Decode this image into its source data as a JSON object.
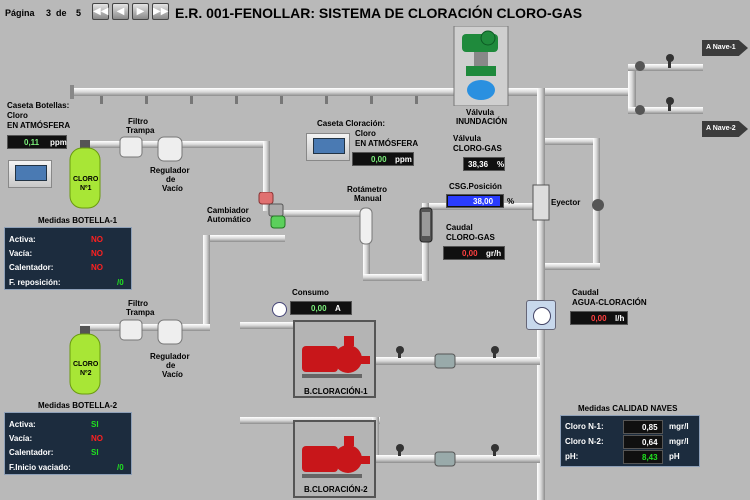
{
  "header": {
    "page_label": "Página",
    "page_current": "3",
    "page_of": "de",
    "page_total": "5",
    "title": "E.R. 001-FENOLLAR: SISTEMA DE CLORACIÓN CLORO-GAS",
    "nav_buttons": [
      "first",
      "prev",
      "next",
      "last"
    ]
  },
  "outlets": {
    "nave1": "A Nave-1",
    "nave2": "A Nave-2"
  },
  "valve_inundacion": {
    "label_1": "Válvula",
    "label_2": "INUNDACIÓN"
  },
  "caseta_botellas": {
    "label_1": "Caseta Botellas:",
    "label_2": "Cloro",
    "label_3": "EN ATMÓSFERA",
    "value": "0,11",
    "unit": "ppm"
  },
  "caseta_cloracion": {
    "label_1": "Caseta Cloración:",
    "label_2": "Cloro",
    "label_3": "EN ATMÓSFERA",
    "value": "0,00",
    "unit": "ppm"
  },
  "valvula_cloro_gas": {
    "label_1": "Válvula",
    "label_2": "CLORO-GAS",
    "value": "38,36",
    "unit": "%"
  },
  "csg_posicion": {
    "label": "CSG.Posición",
    "value": "38,00",
    "unit": "%"
  },
  "eyector": "Eyector",
  "rotametro": {
    "label_1": "Rotámetro",
    "label_2": "Manual"
  },
  "caudal_cloro_gas": {
    "label_1": "Caudal",
    "label_2": "CLORO-GAS",
    "value": "0,00",
    "unit": "gr/h"
  },
  "caudal_agua": {
    "label_1": "Caudal",
    "label_2": "AGUA-CLORACIÓN",
    "value": "0,00",
    "unit": "l/h"
  },
  "consumo": {
    "label": "Consumo",
    "value": "0,00",
    "unit": "A"
  },
  "filtro1": {
    "label_1": "Filtro",
    "label_2": "Trampa"
  },
  "filtro2": {
    "label_1": "Filtro",
    "label_2": "Trampa"
  },
  "regulador1": {
    "label_1": "Regulador",
    "label_2": "de",
    "label_3": "Vacío"
  },
  "regulador2": {
    "label_1": "Regulador",
    "label_2": "de",
    "label_3": "Vacío"
  },
  "cambiador": {
    "label_1": "Cambiador",
    "label_2": "Automático"
  },
  "botella1": {
    "label_1": "CLORO",
    "label_2": "Nº1"
  },
  "botella2": {
    "label_1": "CLORO",
    "label_2": "Nº2"
  },
  "medidas_botella1": {
    "title": "Medidas BOTELLA-1",
    "rows": [
      {
        "label": "Activa:",
        "value": "NO",
        "color": "#ff2020"
      },
      {
        "label": "Vacía:",
        "value": "NO",
        "color": "#ff2020"
      },
      {
        "label": "Calentador:",
        "value": "NO",
        "color": "#ff2020"
      },
      {
        "label": "F. reposición:",
        "value": "/0",
        "color": "#20e020"
      }
    ]
  },
  "medidas_botella2": {
    "title": "Medidas BOTELLA-2",
    "rows": [
      {
        "label": "Activa:",
        "value": "SI",
        "color": "#20e020"
      },
      {
        "label": "Vacía:",
        "value": "NO",
        "color": "#ff2020"
      },
      {
        "label": "Calentador:",
        "value": "SI",
        "color": "#20e020"
      },
      {
        "label": "F.Inicio vaciado:",
        "value": "/0",
        "color": "#20e020"
      }
    ]
  },
  "bombas": {
    "b1": "B.CLORACIÓN-1",
    "b2": "B.CLORACIÓN-2"
  },
  "calidad": {
    "title": "Medidas CALIDAD NAVES",
    "rows": [
      {
        "label": "Cloro N-1:",
        "value": "0,85",
        "unit": "mgr/l",
        "color": "#ffffff"
      },
      {
        "label": "Cloro N-2:",
        "value": "0,64",
        "unit": "mgr/l",
        "color": "#ffffff"
      },
      {
        "label": "pH:",
        "value": "8,43",
        "unit": "pH",
        "color": "#20e020"
      }
    ]
  },
  "colors": {
    "pipe": "#e6e6e6",
    "pump": "#c8161a",
    "bottle": "#a8e636",
    "panel": "#1c2c3e"
  }
}
